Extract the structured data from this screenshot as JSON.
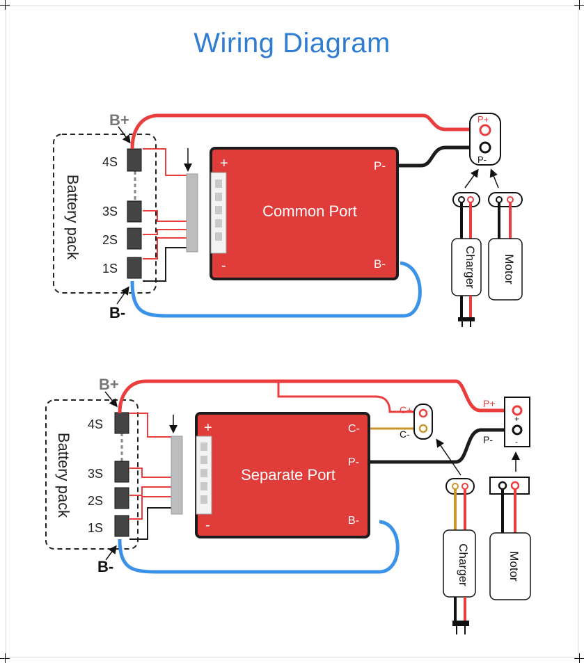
{
  "title": "Wiring Diagram",
  "colors": {
    "title": "#2f7cd1",
    "board": "#e03c3a",
    "positive_wire": "#ea3d3d",
    "negative_wire": "#1c1c1c",
    "b_minus_wire": "#3a93e8",
    "charge_wire": "#c8962a"
  },
  "common": {
    "b_plus": "B+",
    "b_minus": "B-",
    "pack_label": "Battery pack",
    "cells": [
      "4S",
      "3S",
      "2S",
      "1S"
    ],
    "board_label": "Common Port",
    "board_plus": "+",
    "board_minus": "-",
    "board_p_minus": "P-",
    "board_b_minus": "B-",
    "p_plus": "P+",
    "p_minus": "P-",
    "charger": "Charger",
    "motor": "Motor"
  },
  "separate": {
    "b_plus": "B+",
    "b_minus": "B-",
    "pack_label": "Battery pack",
    "cells": [
      "4S",
      "3S",
      "2S",
      "1S"
    ],
    "board_label": "Separate Port",
    "board_plus": "+",
    "board_minus": "-",
    "board_c_minus": "C-",
    "board_p_minus": "P-",
    "board_b_minus": "B-",
    "c_plus": "C+",
    "c_minus": "C-",
    "p_plus": "P+",
    "p_minus": "P-",
    "charger": "Charger",
    "motor": "Motor"
  },
  "icons": [
    "wire-arrow-icon",
    "terminal-icon",
    "plug-icon",
    "balance-connector-icon"
  ]
}
